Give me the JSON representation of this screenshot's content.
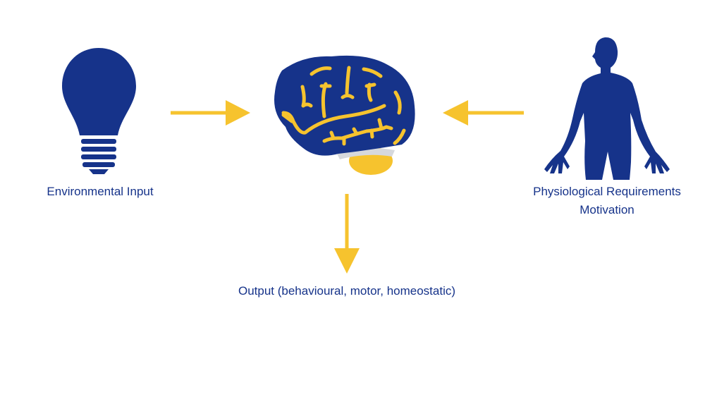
{
  "colors": {
    "navy": "#16338a",
    "yellow": "#f6c32e",
    "gray": "#d6d8dc"
  },
  "nodes": {
    "environment": {
      "icon": "lightbulb-icon",
      "label": "Environmental Input"
    },
    "brain": {
      "icon": "brain-icon"
    },
    "body": {
      "icon": "human-body-icon",
      "label_line1": "Physiological Requirements",
      "label_line2": "Motivation"
    },
    "output": {
      "label": "Output (behavioural, motor, homeostatic)"
    }
  },
  "edges": [
    {
      "from": "environment",
      "to": "brain"
    },
    {
      "from": "body",
      "to": "brain"
    },
    {
      "from": "brain",
      "to": "output"
    }
  ]
}
